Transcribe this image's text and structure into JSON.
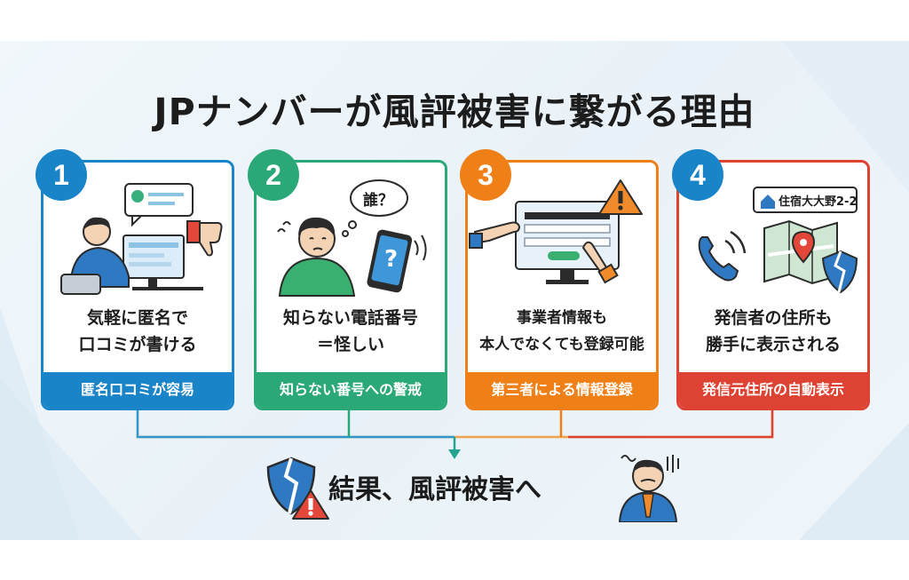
{
  "title": "JPナンバーが風評被害に繋がる理由",
  "colors": {
    "blue": "#1a84c9",
    "green": "#2aa877",
    "orange": "#ef8018",
    "red": "#de4232"
  },
  "cards": [
    {
      "number": "1",
      "desc_line1": "気軽に匿名で",
      "desc_line2": "口コミが書ける",
      "label": "匿名口コミが容易",
      "icon": "computer-user-thumbs-down-icon"
    },
    {
      "number": "2",
      "desc_line1": "知らない電話番号",
      "desc_line2": "＝怪しい",
      "label": "知らない番号への警戒",
      "icon": "confused-person-phone-icon",
      "bubble": "誰？",
      "phone_mark": "?"
    },
    {
      "number": "3",
      "desc_line1": "事業者情報も",
      "desc_line2": "本人でなくても登録可能",
      "label": "第三者による情報登録",
      "icon": "form-registration-warning-icon"
    },
    {
      "number": "4",
      "desc_line1": "発信者の住所も",
      "desc_line2": "勝手に表示される",
      "label": "発信元住所の自動表示",
      "icon": "phone-map-address-icon",
      "address": "住宿大大野2-2"
    }
  ],
  "result": "結果、風評被害へ"
}
